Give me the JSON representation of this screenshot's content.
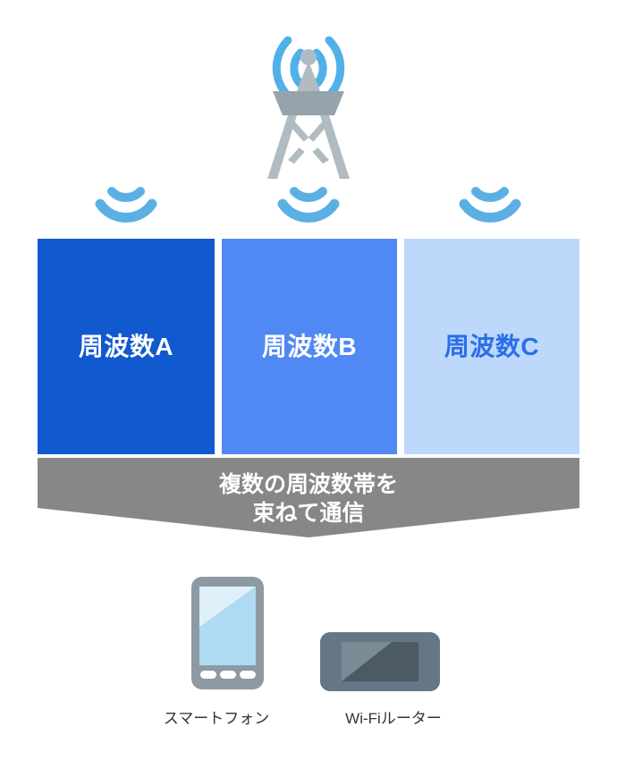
{
  "diagram": {
    "title_text": "",
    "tower": {
      "icon_name": "cell-tower-icon",
      "body_color": "#b0bcc2",
      "platform_color": "#96a3ab",
      "wave_color": "#52b0e8"
    },
    "signals": [
      {
        "icon_name": "wifi-arc-icon",
        "label": "signal-a",
        "color": "#5bb0e3"
      },
      {
        "icon_name": "wifi-arc-icon",
        "label": "signal-b",
        "color": "#5bb0e3"
      },
      {
        "icon_name": "wifi-arc-icon",
        "label": "signal-c",
        "color": "#5bb0e3"
      }
    ],
    "frequency_blocks": [
      {
        "label": "周波数A",
        "fill": "#1059ce",
        "text_color": "#ffffff"
      },
      {
        "label": "周波数B",
        "fill": "#5089f3",
        "text_color": "#ffffff"
      },
      {
        "label": "周波数C",
        "fill": "#bed8fc",
        "text_color": "#2b6ee8"
      }
    ],
    "banner": {
      "line1": "複数の周波数帯を",
      "line2": "束ねて通信",
      "fill": "#878787",
      "text_color": "#ffffff"
    },
    "devices": [
      {
        "icon_name": "smartphone-icon",
        "caption": "スマートフォン",
        "body_color": "#8d9aa3",
        "screen_color": "#b3dcf2"
      },
      {
        "icon_name": "wifi-router-icon",
        "caption": "Wi-Fiルーター",
        "body_color": "#657785",
        "screen_color": "#4b5a63"
      }
    ]
  }
}
